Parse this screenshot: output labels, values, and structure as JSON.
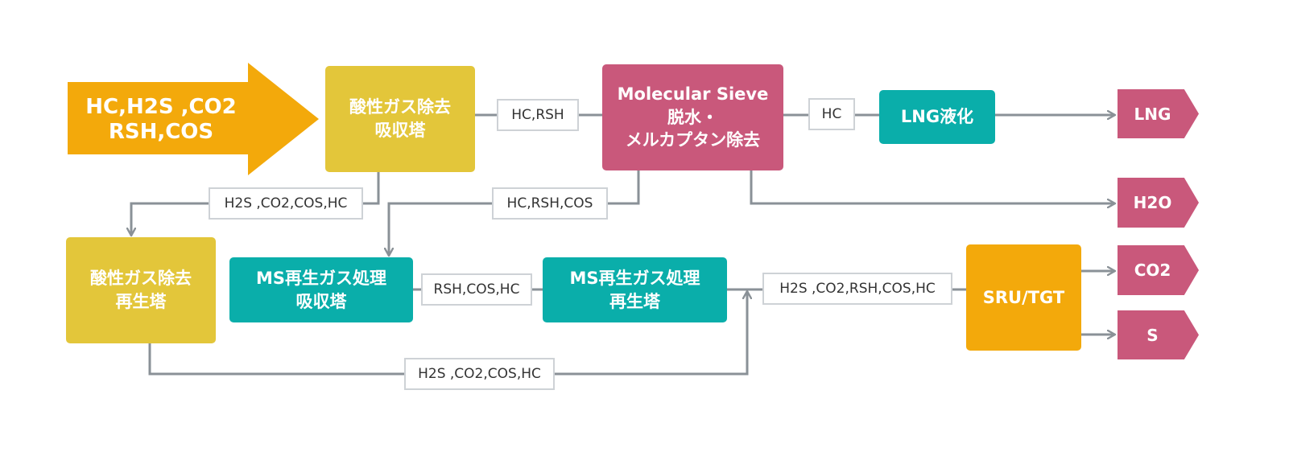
{
  "input": {
    "line1": "HC,H2S ,CO2",
    "line2": "RSH,COS"
  },
  "nodes": {
    "acid_absorber": {
      "line1": "酸性ガス除去",
      "line2": "吸収塔"
    },
    "mol_sieve": {
      "line1": "Molecular Sieve",
      "line2": "脱水・",
      "line3": "メルカプタン除去"
    },
    "lng": {
      "line1": "LNG液化"
    },
    "acid_regen": {
      "line1": "酸性ガス除去",
      "line2": "再生塔"
    },
    "ms_absorber": {
      "line1": "MS再生ガス処理",
      "line2": "吸収塔"
    },
    "ms_regen": {
      "line1": "MS再生ガス処理",
      "line2": "再生塔"
    },
    "sru": {
      "line1": "SRU/TGT"
    }
  },
  "labels": {
    "hc_rsh": "HC,RSH",
    "hc": "HC",
    "h2s_co2_cos_hc_1": "H2S ,CO2,COS,HC",
    "hc_rsh_cos": "HC,RSH,COS",
    "rsh_cos_hc": "RSH,COS,HC",
    "h2s_co2_rsh_cos_hc": "H2S ,CO2,RSH,COS,HC",
    "h2s_co2_cos_hc_2": "H2S ,CO2,COS,HC"
  },
  "outputs": {
    "lng": "LNG",
    "h2o": "H2O",
    "co2": "CO2",
    "s": "S"
  },
  "colors": {
    "input_arrow": "#f3a90b",
    "yellow": "#e3c63a",
    "pink": "#c9587b",
    "teal": "#0aaeaa",
    "orange": "#f3a90b",
    "line": "#8a9197"
  }
}
